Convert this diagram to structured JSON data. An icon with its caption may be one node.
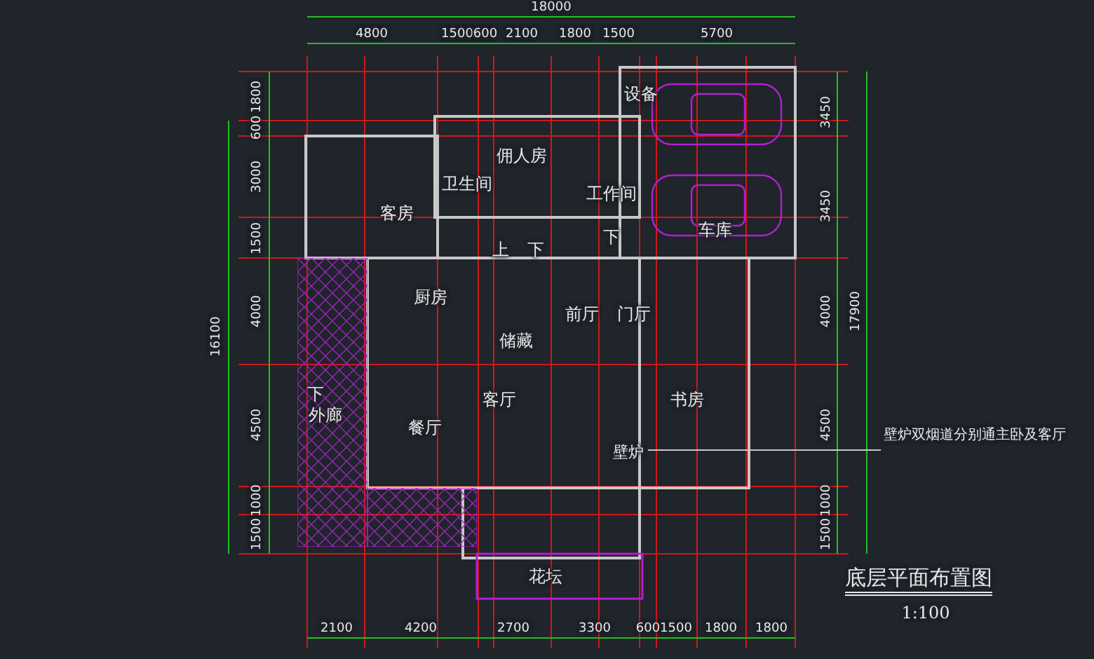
{
  "diagram": {
    "title": "底层平面布置图",
    "nodes": [
      {
        "text": [
          "壁炉双烟道分别通主卧及客厅"
        ]
      },
      {
        "text": [
          "壁炉"
        ]
      }
    ],
    "edges": [
      {
        "from": 0,
        "to": 1,
        "arrow": "none"
      }
    ],
    "labels": [
      "18000",
      "4800",
      "1500",
      "600",
      "2100",
      "1800",
      "1500",
      "5700",
      "设备",
      "佣人房",
      "卫生间",
      "工作间",
      "客房",
      "车库",
      "上",
      "下",
      "下",
      "厨房",
      "前厅",
      "门厅",
      "储藏",
      "下",
      "外廊",
      "客厅",
      "书房",
      "餐厅",
      "花坛",
      "1800",
      "600",
      "3000",
      "1500",
      "4000",
      "4500",
      "1000",
      "1500",
      "16100",
      "3450",
      "3450",
      "4000",
      "4500",
      "1000",
      "1500",
      "17900",
      "2100",
      "4200",
      "2700",
      "3300",
      "600",
      "1500",
      "1800",
      "1800",
      "1:100"
    ]
  }
}
